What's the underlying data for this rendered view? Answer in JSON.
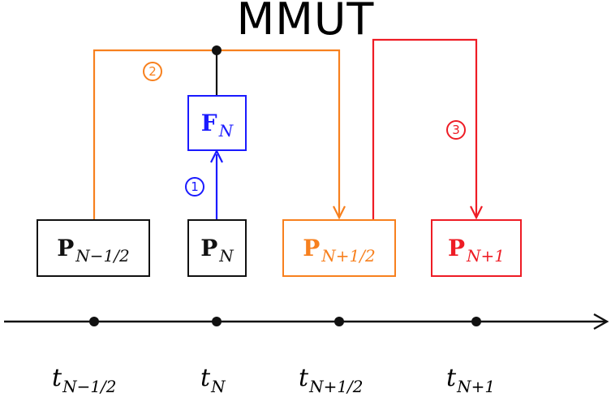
{
  "title": "MMUT",
  "colors": {
    "black": "#111111",
    "blue": "#1a1aff",
    "orange": "#f7801e",
    "red": "#ee1c25"
  },
  "boxes": {
    "p_half_prev": {
      "main": "P",
      "sub": "N−1/2"
    },
    "p_n": {
      "main": "P",
      "sub": "N"
    },
    "f_n": {
      "main": "F",
      "sub": "N"
    },
    "p_half_next": {
      "main": "P",
      "sub": "N+1/2"
    },
    "p_next": {
      "main": "P",
      "sub": "N+1"
    }
  },
  "steps": {
    "one": "1",
    "two": "2",
    "three": "3"
  },
  "timeline": {
    "labels": [
      {
        "main": "t",
        "sub": "N−1/2"
      },
      {
        "main": "t",
        "sub": "N"
      },
      {
        "main": "t",
        "sub": "N+1/2"
      },
      {
        "main": "t",
        "sub": "N+1"
      }
    ]
  }
}
